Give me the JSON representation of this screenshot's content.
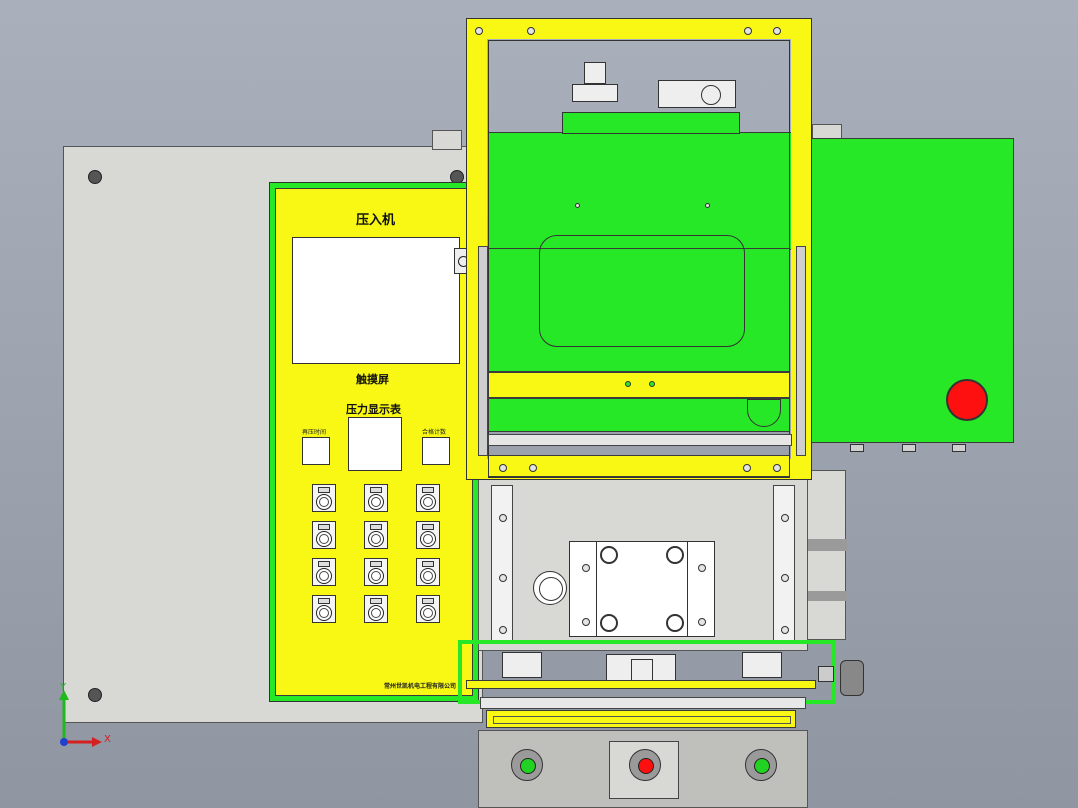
{
  "control_panel": {
    "title": "压入机",
    "touchscreen_label": "触摸屏",
    "pressure_display_label": "压力显示表",
    "left_small_label": "再压时间",
    "right_small_label": "合格计数",
    "company_label": "常州世凯机电工程有限公司"
  },
  "axes": {
    "x_label": "X",
    "y_label": "Y"
  },
  "colors": {
    "panel_yellow": "#f8f814",
    "machine_green": "#27e827",
    "emergency_red": "#ff1010",
    "frame_grey": "#d8d9d4"
  },
  "icons": {
    "emergency_stop": "red-circle",
    "start_left": "green-circle",
    "start_right": "green-circle",
    "stop_center": "red-circle"
  }
}
